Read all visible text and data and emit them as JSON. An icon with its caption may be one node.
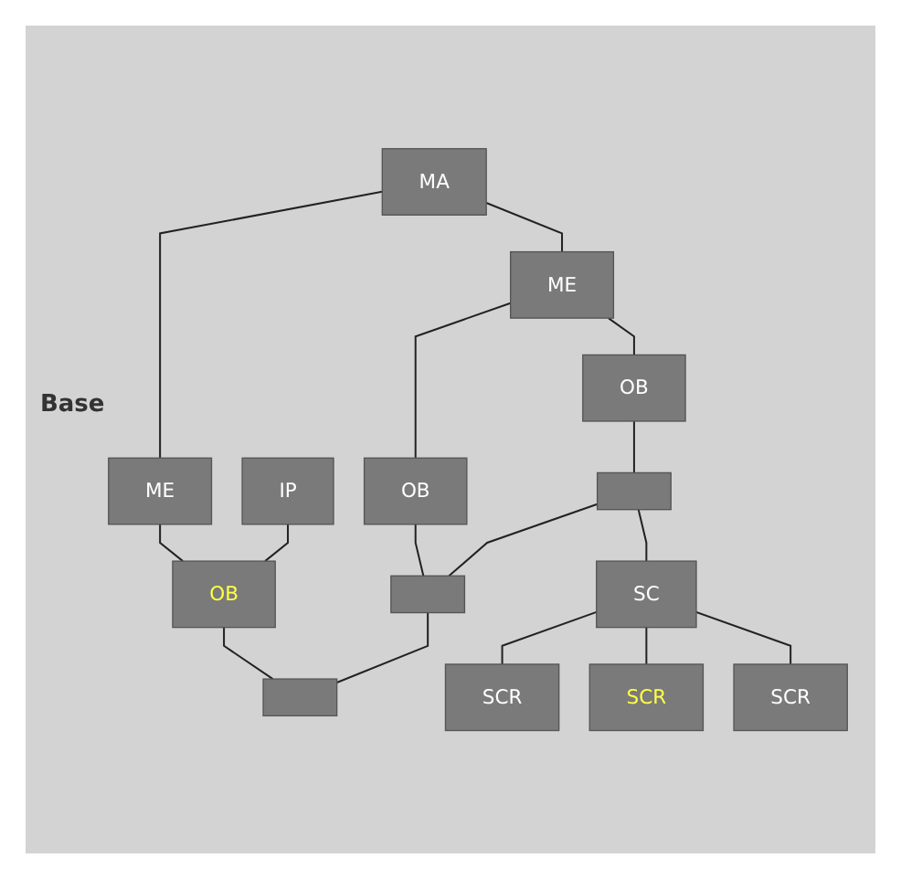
{
  "diagram": {
    "nodes": [
      {
        "text": [
          "MA"
        ]
      },
      {
        "text": [
          "ME"
        ]
      },
      {
        "text": [
          "ME"
        ]
      },
      {
        "text": [
          "IP"
        ]
      },
      {
        "text": [
          "OB"
        ]
      },
      {
        "text": [
          "OB"
        ]
      },
      {
        "text": [
          "OB"
        ]
      },
      {
        "text": [],
        "shape": "box"
      },
      {
        "text": [],
        "shape": "box"
      },
      {
        "text": [],
        "shape": "box"
      },
      {
        "text": [
          "SC"
        ]
      },
      {
        "text": [
          "SCR"
        ]
      },
      {
        "text": [
          "SCR"
        ]
      },
      {
        "text": [
          "SCR"
        ]
      }
    ],
    "edges": [
      {
        "from": 0,
        "to": 1,
        "arrow": "none"
      },
      {
        "from": 0,
        "to": 2,
        "arrow": "none"
      },
      {
        "from": 1,
        "to": 4,
        "arrow": "none"
      },
      {
        "from": 1,
        "to": 5,
        "arrow": "none"
      },
      {
        "from": 2,
        "to": 6,
        "arrow": "none"
      },
      {
        "from": 3,
        "to": 6,
        "arrow": "none"
      },
      {
        "from": 4,
        "to": 7,
        "arrow": "none"
      },
      {
        "from": 5,
        "to": 8,
        "arrow": "none"
      },
      {
        "from": 6,
        "to": 9,
        "arrow": "none"
      },
      {
        "from": 7,
        "to": 8,
        "arrow": "none"
      },
      {
        "from": 8,
        "to": 9,
        "arrow": "none"
      },
      {
        "from": 7,
        "to": 10,
        "arrow": "none"
      },
      {
        "from": 10,
        "to": 11,
        "arrow": "none"
      },
      {
        "from": 10,
        "to": 12,
        "arrow": "none"
      },
      {
        "from": 10,
        "to": 13,
        "arrow": "none"
      }
    ],
    "labels": [
      "Base"
    ]
  }
}
